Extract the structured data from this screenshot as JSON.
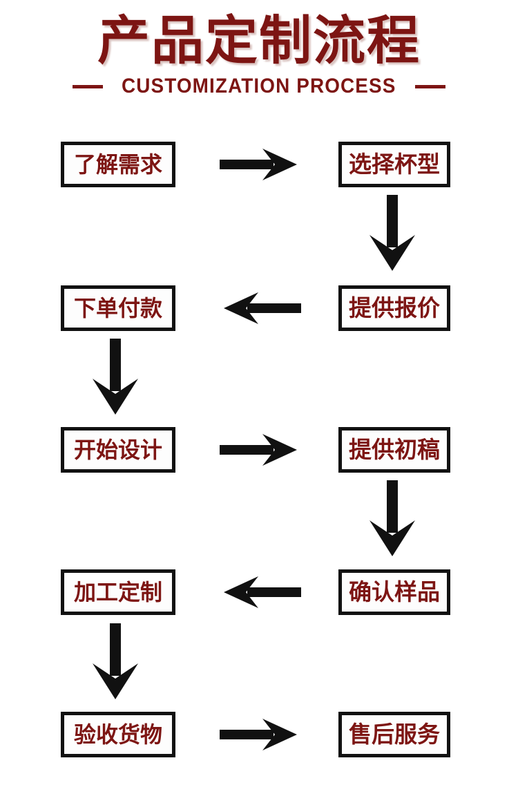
{
  "header": {
    "title": "产品定制流程",
    "subtitle": "CUSTOMIZATION PROCESS",
    "accent_color": "#7d1513",
    "dash_left": "",
    "dash_right": ""
  },
  "colors": {
    "background": "#ffffff",
    "box_border": "#111111",
    "box_fill": "#fdfdfd",
    "text_red": "#7d1513",
    "arrow_black": "#111111"
  },
  "flow": {
    "nodes": [
      {
        "id": "n1",
        "label": "了解需求",
        "column": "left",
        "row": 1
      },
      {
        "id": "n2",
        "label": "选择杯型",
        "column": "right",
        "row": 1
      },
      {
        "id": "n3",
        "label": "提供报价",
        "column": "right",
        "row": 2
      },
      {
        "id": "n4",
        "label": "下单付款",
        "column": "left",
        "row": 2
      },
      {
        "id": "n5",
        "label": "开始设计",
        "column": "left",
        "row": 3
      },
      {
        "id": "n6",
        "label": "提供初稿",
        "column": "right",
        "row": 3
      },
      {
        "id": "n7",
        "label": "确认样品",
        "column": "right",
        "row": 4
      },
      {
        "id": "n8",
        "label": "加工定制",
        "column": "left",
        "row": 4
      },
      {
        "id": "n9",
        "label": "验收货物",
        "column": "left",
        "row": 5
      },
      {
        "id": "n10",
        "label": "售后服务",
        "column": "right",
        "row": 5
      }
    ],
    "arrows": [
      {
        "id": "a1",
        "direction": "right",
        "from": "n1",
        "to": "n2",
        "row": 1
      },
      {
        "id": "a2",
        "direction": "down",
        "from": "n2",
        "to": "n3",
        "column": "right"
      },
      {
        "id": "a3",
        "direction": "left",
        "from": "n3",
        "to": "n4",
        "row": 2
      },
      {
        "id": "a4",
        "direction": "down",
        "from": "n4",
        "to": "n5",
        "column": "left"
      },
      {
        "id": "a5",
        "direction": "right",
        "from": "n5",
        "to": "n6",
        "row": 3
      },
      {
        "id": "a6",
        "direction": "down",
        "from": "n6",
        "to": "n7",
        "column": "right"
      },
      {
        "id": "a7",
        "direction": "left",
        "from": "n7",
        "to": "n8",
        "row": 4
      },
      {
        "id": "a8",
        "direction": "down",
        "from": "n8",
        "to": "n9",
        "column": "left"
      },
      {
        "id": "a9",
        "direction": "right",
        "from": "n9",
        "to": "n10",
        "row": 5
      }
    ]
  }
}
